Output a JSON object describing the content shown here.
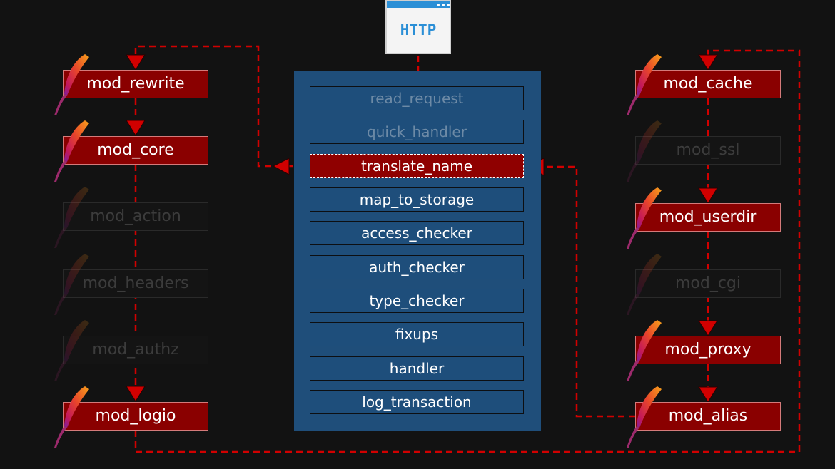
{
  "http": {
    "label": "HTTP"
  },
  "phases": [
    {
      "label": "read_request",
      "state": "dim"
    },
    {
      "label": "quick_handler",
      "state": "dim"
    },
    {
      "label": "translate_name",
      "state": "active"
    },
    {
      "label": "map_to_storage",
      "state": "normal"
    },
    {
      "label": "access_checker",
      "state": "normal"
    },
    {
      "label": "auth_checker",
      "state": "normal"
    },
    {
      "label": "type_checker",
      "state": "normal"
    },
    {
      "label": "fixups",
      "state": "normal"
    },
    {
      "label": "handler",
      "state": "normal"
    },
    {
      "label": "log_transaction",
      "state": "normal"
    }
  ],
  "left_modules": [
    {
      "label": "mod_rewrite",
      "state": "on"
    },
    {
      "label": "mod_core",
      "state": "on"
    },
    {
      "label": "mod_action",
      "state": "off"
    },
    {
      "label": "mod_headers",
      "state": "off"
    },
    {
      "label": "mod_authz",
      "state": "off"
    },
    {
      "label": "mod_logio",
      "state": "on"
    }
  ],
  "right_modules": [
    {
      "label": "mod_cache",
      "state": "on"
    },
    {
      "label": "mod_ssl",
      "state": "off"
    },
    {
      "label": "mod_userdir",
      "state": "on"
    },
    {
      "label": "mod_cgi",
      "state": "off"
    },
    {
      "label": "mod_proxy",
      "state": "on"
    },
    {
      "label": "mod_alias",
      "state": "on"
    }
  ],
  "colors": {
    "arrow": "#d10000",
    "active": "#8f0000",
    "panel": "#1f4e7a"
  },
  "icons": {
    "module_icon": "apache-feather-icon",
    "request_icon": "http-browser-icon"
  }
}
